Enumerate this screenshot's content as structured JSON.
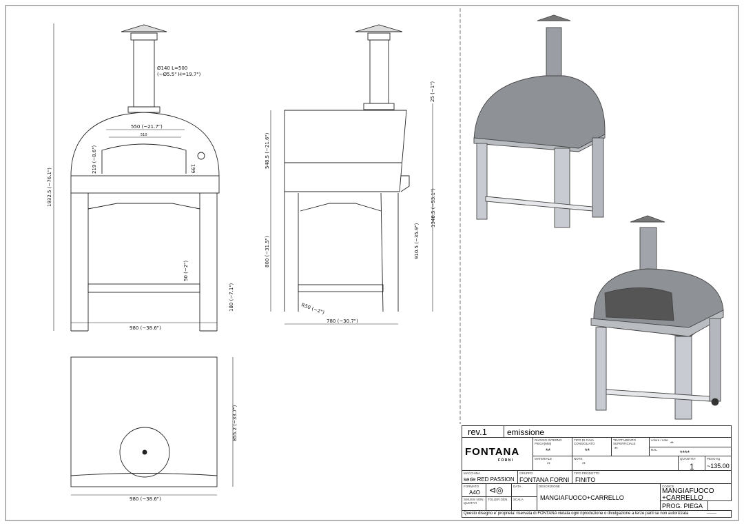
{
  "front_view": {
    "dims": {
      "chimney": "Ø140 L=500",
      "chimney_imperial": "(~Ø5.5\" H=19.7\")",
      "mouth_outer": "550 (~21.7\")",
      "mouth_inner": "510",
      "mouth_height": "219 (~8.6\")",
      "door_height": "199",
      "total_height": "1932.5 (~76.1\")",
      "shelf_thickness": "50 (~2\")",
      "shelf_height": "180 (~7.1\")",
      "width": "980 (~38.6\")"
    }
  },
  "side_view": {
    "dims": {
      "flange": "25 (~1\")",
      "dome_height": "548.5 (~21.6\")",
      "stand_height": "800 (~31.5\")",
      "total_body": "1348.5 (~53.1\")",
      "shelf_top": "910.5 (~35.9\")",
      "wheel_radius": "R50 (~2\")",
      "depth": "780 (~30.7\")"
    }
  },
  "top_view": {
    "dims": {
      "depth": "855.2 (~33.7\")",
      "width": "980 (~38.6\")"
    }
  },
  "title_block": {
    "revision": "rev.1",
    "revision_desc": "emissione",
    "logo": "FONTANA FORNI",
    "logo_main": "FONTANA",
    "logo_sub": "F O R N I",
    "raggio_label": "RAGGIO INTERNO PIEGA(mm)",
    "raggio_value": "**",
    "cava_label": "TIPO DI CAVA CONSIGLIATO",
    "cava_value": "**",
    "trattamento_label": "TRATTAMENTO SUPERFICIALE",
    "trattamento_value": "**",
    "colore_label": "colore / note",
    "colore_value": "**",
    "ral_label": "RAL",
    "ral_value": "****",
    "materiale_label": "MATERIALE",
    "materiale_value": "**",
    "note_label": "NOTE",
    "note_value": "**",
    "quantita_label": "QUANTITA'",
    "quantita_value": "1",
    "peso_label": "PESO Kg",
    "peso_value": "~135.00",
    "macchina_label": "MACCHINA",
    "macchina_value": "serie RED PASSION",
    "gruppo_label": "GRUPPO",
    "gruppo_value": "FONTANA FORNI",
    "tipo_label": "TIPO PRODOTTO",
    "tipo_value": "FINITO",
    "formato_label": "FORMATO",
    "formato_value": "A4O",
    "data_label": "DATA",
    "descrizione_label": "DESCRIZIONE",
    "descrizione_value": "MANGIAFUOCO+CARRELLO",
    "codice_label": "CODICE",
    "codice_value_1": "MANGIAFUOCO",
    "codice_value_2": "+CARRELLO",
    "smussi_label": "SMUSSI NON QUOTATI",
    "toller_label": "TOLLER.GEN.",
    "scala_label": "SCALA",
    "prog_label": "PROG. PIEGA",
    "footer": "Questo disegno e' proprieta' riservata di FONTANA vietata ogni riproduzione o divulgazione a terze parti se non autorizzata",
    "footer_code": "-------"
  }
}
